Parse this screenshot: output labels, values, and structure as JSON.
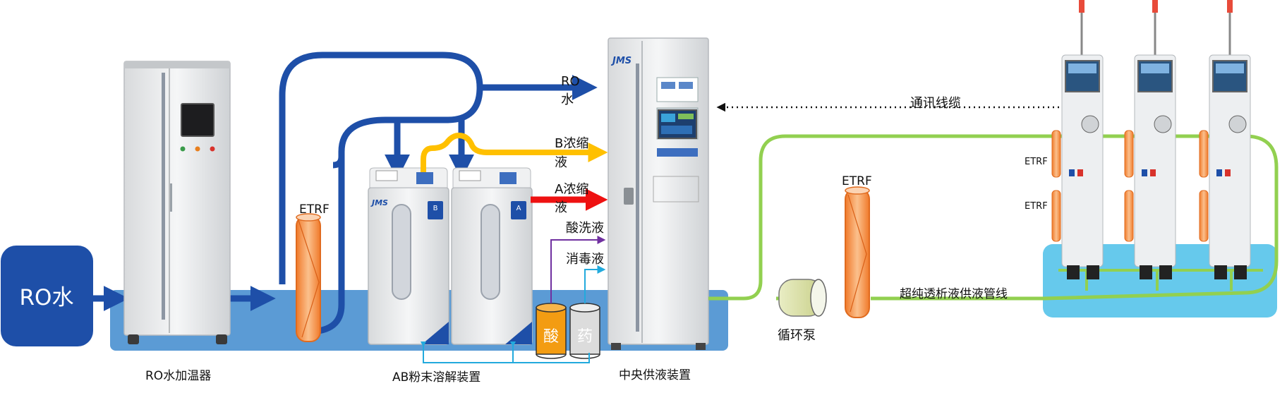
{
  "labels": {
    "ro_water_box": "RO水",
    "ro_heater": "RO水加温器",
    "ab_dissolver": "AB粉末溶解装置",
    "central_supply": "中央供液装置",
    "ro_line_1": "RO",
    "ro_line_2": "水",
    "b_line_1": "B浓缩",
    "b_line_2": "液",
    "a_line_1": "A浓缩",
    "a_line_2": "液",
    "acid_wash": "酸洗液",
    "disinfect": "消毒液",
    "acid_tank": "酸",
    "drug_tank": "药",
    "etrf": "ETRF",
    "comm_cable": "通讯线缆",
    "pump": "循环泵",
    "supply_line": "超纯透析液供液管线",
    "brand": "JMS",
    "unit_b": "B",
    "unit_a": "A"
  },
  "colors": {
    "ro_blue": "#1e4fa8",
    "platform_blue": "#5b9bd5",
    "light_blue": "#66c9ec",
    "green_line": "#92d050",
    "a_red": "#ee1111",
    "b_yellow": "#ffc000",
    "acid_purple": "#7030a0",
    "disinfect_cyan": "#22aadd",
    "etrf_orange": "#f79646"
  }
}
